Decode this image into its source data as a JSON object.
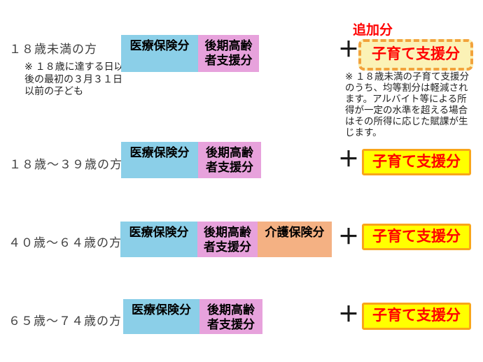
{
  "diagram": {
    "description_labels": {
      "added": "追加分",
      "plus": "＋"
    },
    "colors": {
      "medical_blue": "#8bcfe8",
      "elderly_pink": "#e7a2dc",
      "care_orange": "#f4b183",
      "child_yellow": "#ffff00",
      "child_border_orange": "#f9a51a",
      "child_dashed_fill": "#fbf2b6",
      "child_dashed_border": "#f2a33c",
      "red_text": "#ff0000"
    },
    "rows": [
      {
        "age_label": "１８歳未満の方",
        "age_note": "※ １８歳に達する日以\n後の最初の３月３１日\n以前の子ども",
        "medical_label": "医療保険分",
        "elderly_label": "後期高齢\n者支援分",
        "plus": "＋",
        "added_label": "追加分",
        "child_label": "子育て支援分",
        "child_note": "※ １８歳未満の子育て支援分\nのうち、均等割分は軽減され\nます。アルバイト等による所\n得が一定の水準を超える場合\nはその所得に応じた賦課が生\nじます。"
      },
      {
        "age_label": "１８歳～３９歳の方",
        "medical_label": "医療保険分",
        "elderly_label": "後期高齢\n者支援分",
        "plus": "＋",
        "child_label": "子育て支援分"
      },
      {
        "age_label": "４０歳～６４歳の方",
        "medical_label": "医療保険分",
        "elderly_label": "後期高齢\n者支援分",
        "care_label": "介護保険分",
        "plus": "＋",
        "child_label": "子育て支援分"
      },
      {
        "age_label": "６５歳～７４歳の方",
        "medical_label": "医療保険分",
        "elderly_label": "後期高齢\n者支援分",
        "plus": "＋",
        "child_label": "子育て支援分"
      }
    ]
  }
}
